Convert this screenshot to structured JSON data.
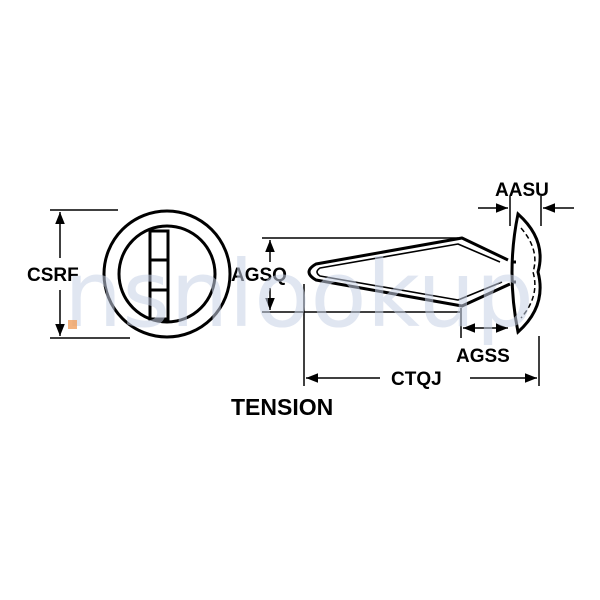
{
  "labels": {
    "csrf": "CSRF",
    "agsq": "AGSQ",
    "aasu": "AASU",
    "agss": "AGSS",
    "ctqj": "CTQJ",
    "title": "TENSION"
  },
  "watermark": {
    "text": "nsnlookup"
  },
  "colors": {
    "line": "#000000",
    "watermark": "#c8d2e6",
    "watermark_accent": "#f0a060"
  }
}
